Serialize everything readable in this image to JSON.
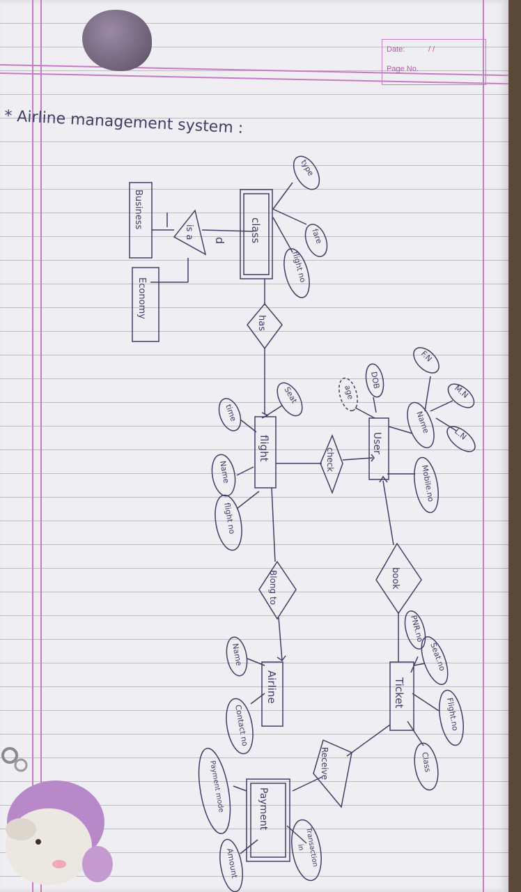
{
  "page": {
    "date_label": "Date:",
    "date_value": "/ /",
    "page_no_label": "Page No."
  },
  "title": "* Airline management system :",
  "entities": {
    "class": "class",
    "business": "Business",
    "economy": "Economy",
    "flight": "flight",
    "user": "User",
    "airline": "Airline",
    "ticket": "Ticket",
    "payment": "Payment"
  },
  "relationships": {
    "isa": "is a",
    "has": "has",
    "check": "check",
    "belong_to": "Blong to",
    "book": "book",
    "receive": "Receive"
  },
  "attributes": {
    "class_type": "type",
    "class_fare": "fare",
    "class_flight_no": "flight no",
    "flight_seat": "Seat",
    "flight_time": "time",
    "flight_name": "Name",
    "flight_no": "flight no",
    "user_fn": "F.N",
    "user_mn": "M.N",
    "user_ln": "L.N",
    "user_name": "Name",
    "user_dob": "DOB",
    "user_age": "age",
    "user_mobile": "Mobile.no",
    "airline_name": "Name",
    "airline_contact": "Contact no",
    "ticket_seat_no": "Seat.no",
    "ticket_pnr": "PNR.no",
    "ticket_flight_no": "Flight.no",
    "ticket_class": "Class",
    "payment_mode": "Payment mode",
    "payment_amount": "Amount",
    "payment_transaction": "Transaction",
    "payment_transaction_2": "in"
  },
  "marks": {
    "disjoint": "d"
  },
  "colors": {
    "ink": "#3d3d66",
    "margin": "#c77ac4",
    "rule": "#b8b9d6"
  }
}
